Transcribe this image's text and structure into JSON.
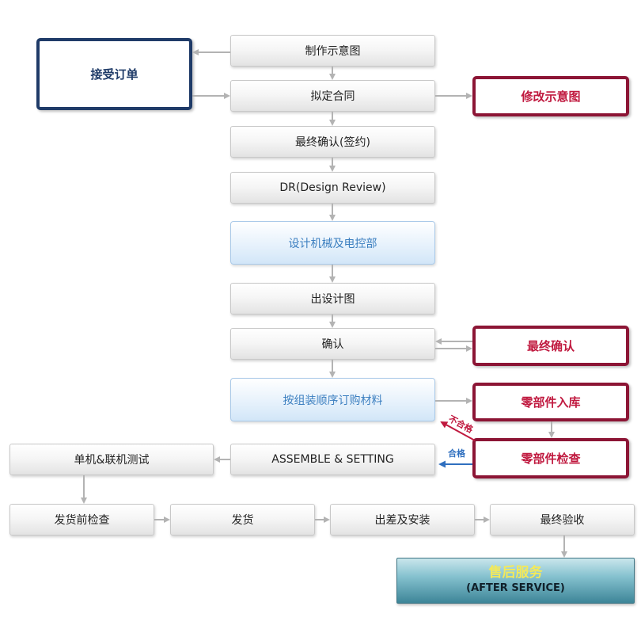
{
  "steps": {
    "s1": "制作示意图",
    "s2": "拟定合同",
    "s3": "最终确认(签约)",
    "s4": "DR(Design Review)",
    "s5": "设计机械及电控部",
    "s6": "出设计图",
    "s7": "确认",
    "s8": "按组装顺序订购材料",
    "s9": "ASSEMBLE & SETTING",
    "s10": "单机&联机测试",
    "s11": "发货前检查",
    "s12": "发货",
    "s13": "出差及安装",
    "s14": "最终验收"
  },
  "side": {
    "accept_order": "接受订单",
    "modify_diagram": "修改示意图",
    "final_confirm": "最终确认",
    "parts_storage": "零部件入库",
    "parts_inspection": "零部件检查"
  },
  "after_service": {
    "title": "售后服务",
    "subtitle": "(AFTER SERVICE)"
  },
  "labels": {
    "fail": "不合格",
    "pass": "合格"
  },
  "colors": {
    "navy": "#1f3b68",
    "crimson": "#8c1535",
    "red_text": "#c0193f",
    "blue_text": "#3c7fc0",
    "pass_arrow": "#2f6fbf",
    "fail_arrow": "#c0193f",
    "connector": "#b3b3b3"
  }
}
